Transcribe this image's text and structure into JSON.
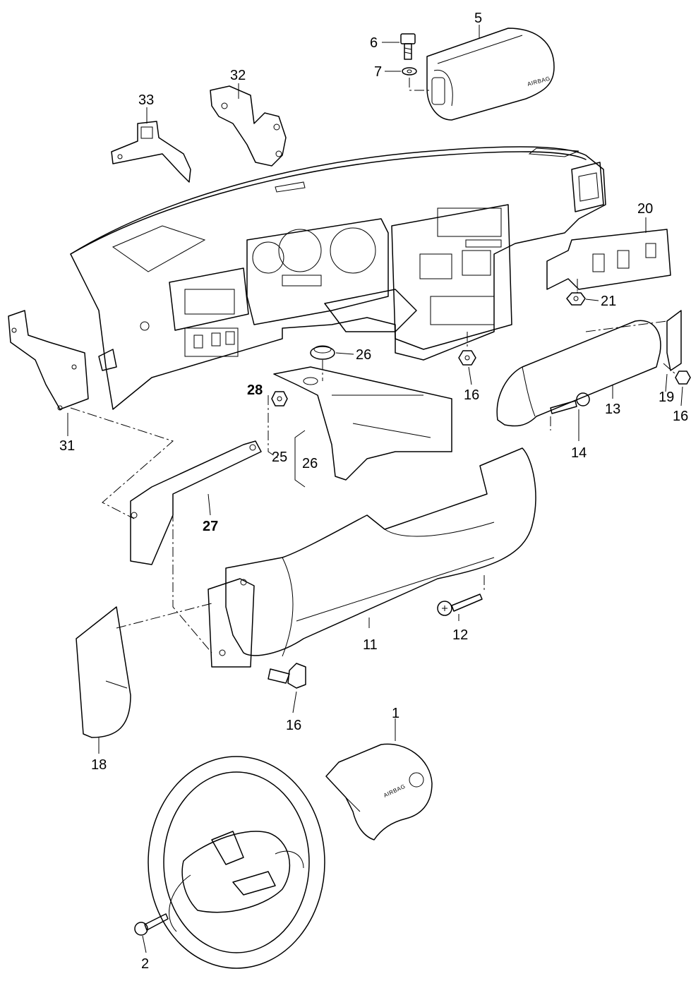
{
  "diagram": {
    "labels": [
      {
        "id": "1",
        "text": "1"
      },
      {
        "id": "2",
        "text": "2"
      },
      {
        "id": "5",
        "text": "5"
      },
      {
        "id": "6",
        "text": "6"
      },
      {
        "id": "7",
        "text": "7"
      },
      {
        "id": "11",
        "text": "11"
      },
      {
        "id": "12",
        "text": "12"
      },
      {
        "id": "13",
        "text": "13"
      },
      {
        "id": "14",
        "text": "14"
      },
      {
        "id": "16a",
        "text": "16"
      },
      {
        "id": "16b",
        "text": "16"
      },
      {
        "id": "16c",
        "text": "16"
      },
      {
        "id": "18",
        "text": "18"
      },
      {
        "id": "19",
        "text": "19"
      },
      {
        "id": "20",
        "text": "20"
      },
      {
        "id": "21",
        "text": "21"
      },
      {
        "id": "25",
        "text": "25"
      },
      {
        "id": "26a",
        "text": "26"
      },
      {
        "id": "26b",
        "text": "26"
      },
      {
        "id": "27",
        "text": "27"
      },
      {
        "id": "28",
        "text": "28"
      },
      {
        "id": "31",
        "text": "31"
      },
      {
        "id": "32",
        "text": "32"
      },
      {
        "id": "33",
        "text": "33"
      }
    ],
    "imprints": {
      "passenger_airbag": "AIRBAG",
      "steering_airbag": "AIRBAG"
    }
  }
}
